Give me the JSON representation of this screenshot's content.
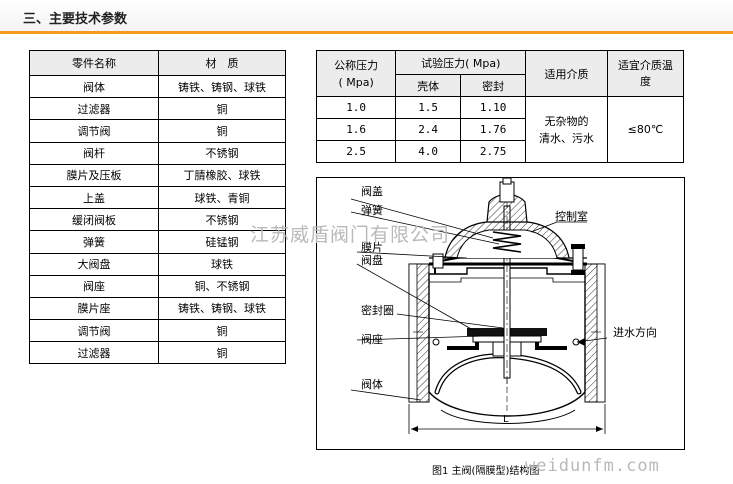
{
  "section_title": "三、主要技术参数",
  "materials_table": {
    "headers": [
      "零件名称",
      "材　质"
    ],
    "rows": [
      [
        "阀体",
        "铸铁、铸钢、球铁"
      ],
      [
        "过滤器",
        "铜"
      ],
      [
        "调节阀",
        "铜"
      ],
      [
        "阀杆",
        "不锈钢"
      ],
      [
        "膜片及压板",
        "丁腈橡胶、球铁"
      ],
      [
        "上盖",
        "球铁、青铜"
      ],
      [
        "缓闭阀板",
        "不锈钢"
      ],
      [
        "弹簧",
        "硅锰钢"
      ],
      [
        "大阀盘",
        "球铁"
      ],
      [
        "阀座",
        "铜、不锈钢"
      ],
      [
        "膜片座",
        "铸铁、铸钢、球铁"
      ],
      [
        "调节阀",
        "铜"
      ],
      [
        "过滤器",
        "铜"
      ]
    ]
  },
  "pressure_table": {
    "nominal_pressure_header": "公称压力",
    "nominal_pressure_unit": "( Mpa)",
    "test_pressure_header": "试验压力( Mpa)",
    "shell_header": "壳体",
    "seal_header": "密封",
    "medium_header": "适用介质",
    "temperature_header": "适宜介质温度",
    "rows": [
      [
        "1.0",
        "1.5",
        "1.10"
      ],
      [
        "1.6",
        "2.4",
        "1.76"
      ],
      [
        "2.5",
        "4.0",
        "2.75"
      ]
    ],
    "medium_line1": "无杂物的",
    "medium_line2": "清水、污水",
    "temperature": "≤80℃"
  },
  "diagram": {
    "labels": {
      "valve_cover": "阀盖",
      "spring": "弹簧",
      "control_chamber": "控制室",
      "diaphragm": "膜片",
      "valve_disc": "阀盘",
      "seal_ring": "密封圈",
      "valve_seat": "阀座",
      "inlet_direction": "进水方向",
      "valve_body": "阀体",
      "length": "L"
    },
    "caption": "图1 主阀(隔膜型)结构图",
    "watermark": "江苏威盾阀门有限公司",
    "url_watermark": "weidunfm.com"
  }
}
